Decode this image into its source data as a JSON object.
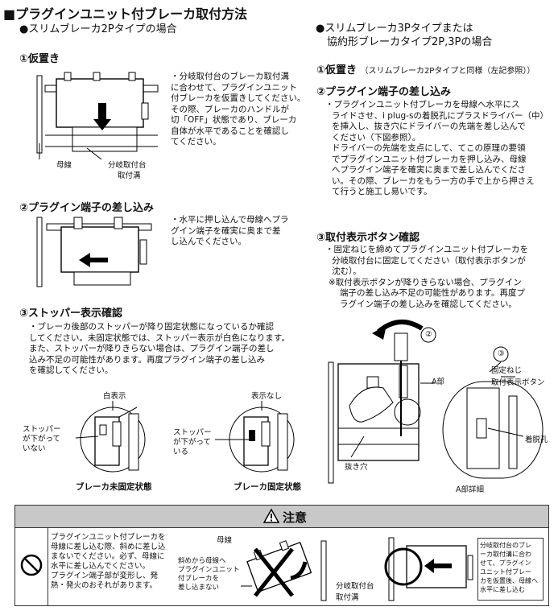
{
  "title": "■プラグインユニット付ブレーカ取付方法",
  "left": {
    "subtitle": "●スリムブレーカ2Pタイプの場合",
    "step1": {
      "heading": "①仮置き",
      "lines": [
        "・分岐取付台のブレーカ取付溝",
        "に合わせて、プラグインユニット",
        "付ブレーカを仮置きしてください。",
        "その際、ブレーカのハンドルが",
        "切「OFF」状態であり、ブレーカ",
        "自体が水平であることを確認し",
        "てください。"
      ],
      "labels": {
        "bus": "母線",
        "base": "分岐取付台",
        "groove": "取付溝"
      }
    },
    "step2": {
      "heading": "②プラグイン端子の差し込み",
      "lines": [
        "・水平に押し込んで母線へプラ",
        "グイン端子を確実に奥まで差",
        "し込んでください。"
      ]
    },
    "step3": {
      "heading": "③ストッパー表示確認",
      "lines": [
        "・ブレーカ後部のストッパーが降り固定状態になっているか確認",
        "してください。未固定状態では、ストッパー表示が白色になります。",
        "また、ストッパーが降りきらない場合は、プラグイン端子の差し",
        "込み不足の可能性があります。再度プラグイン端子の差し込み",
        "を確認してください。"
      ],
      "left_fig": {
        "top_label": "白表示",
        "side_label": [
          "ストッパー",
          "が下がって",
          "いない"
        ],
        "caption": "ブレーカ未固定状態"
      },
      "right_fig": {
        "top_label": "表示なし",
        "side_label": [
          "ストッパー",
          "が下がって",
          "いる"
        ],
        "caption": "ブレーカ固定状態"
      }
    }
  },
  "right": {
    "subtitle_lines": [
      "●スリムブレーカ3Pタイプまたは",
      "協約形ブレーカタイプ2P,3Pの場合"
    ],
    "step1": {
      "heading": "①仮置き",
      "note": "（スリムブレーカ2Pタイプと同様（左記参照））"
    },
    "step2": {
      "heading": "②プラグイン端子の差し込み",
      "lines": [
        "・プラグインユニット付ブレーカを母線へ水平にス",
        "ライドさせ、i plug-sの着脱孔にプラスドライバー（中）",
        "を挿入し、抜き穴にドライバーの先端を差し込んで",
        "ください（下図参照）。",
        "ドライバーの先端を支点にして、てこの原理の要領",
        "でプラグインユニット付ブレーカを押し込み、母線",
        "へプラグイン端子を確実に奥まで差し込んでくださ",
        "い。その際、ブレーカをもう一方の手で上から押さえ",
        "て行うと施工し易いです。"
      ]
    },
    "step3": {
      "heading": "③取付表示ボタン確認",
      "lines": [
        "・固定ねじを締めてプラグインユニット付ブレーカを",
        "分岐取付台に固定してください（取付表示ボタンが",
        "沈む）。"
      ],
      "notes": [
        "※取付表示ボタンが降りきらない場合、プラグイン",
        "端子の差し込み不足の可能性があります。再度プ",
        "ラグイン端子の差し込みを確認してください。"
      ],
      "labels": {
        "circle2": "②",
        "circle3": "③",
        "screw": "固定ねじ",
        "button": "取付表示ボタン",
        "part_a": "A部",
        "hole": "着脱孔",
        "pull": "抜き穴",
        "detail": "A部詳細"
      }
    }
  },
  "caution": {
    "title": "注意",
    "lines": [
      "プラグインユニット付ブレーカを",
      "母線に差し込む際、斜めに差し込",
      "まないでください。必ず、母線に",
      "水平に差し込んでください。",
      "プラグイン端子部が変形し、発",
      "熱・発火のおそれがあります。"
    ],
    "fig": {
      "bus": "母線",
      "oblique": [
        "斜めから母線へ",
        "プラグインユニット",
        "付ブレーカを",
        "差し込まない"
      ],
      "base": "分岐取付台",
      "groove": "取付溝"
    },
    "right_note": [
      "分岐取付台のブレ",
      "ーカ取付溝に合わ",
      "せて、プラグイン",
      "ユニット付ブレー",
      "カを仮置後、母線へ",
      "水平に差し込む"
    ]
  }
}
